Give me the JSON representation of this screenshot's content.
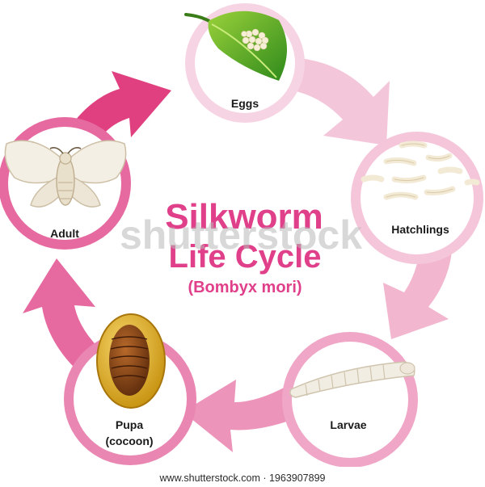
{
  "title": {
    "line1": "Silkworm",
    "line2": "Life Cycle",
    "subtitle": "(Bombyx mori)"
  },
  "stages": {
    "eggs": "Eggs",
    "hatchlings": "Hatchlings",
    "larvae": "Larvae",
    "pupa_line1": "Pupa",
    "pupa_line2": "(cocoon)",
    "adult": "Adult"
  },
  "watermark": "shutterstock",
  "footer": "www.shutterstock.com · 1963907899",
  "colors": {
    "title": "#e0408a",
    "ring_light": "#f3c3d8",
    "ring_mid": "#ea86b2",
    "ring_dark": "#e0407f",
    "label": "#1a1a1a"
  }
}
